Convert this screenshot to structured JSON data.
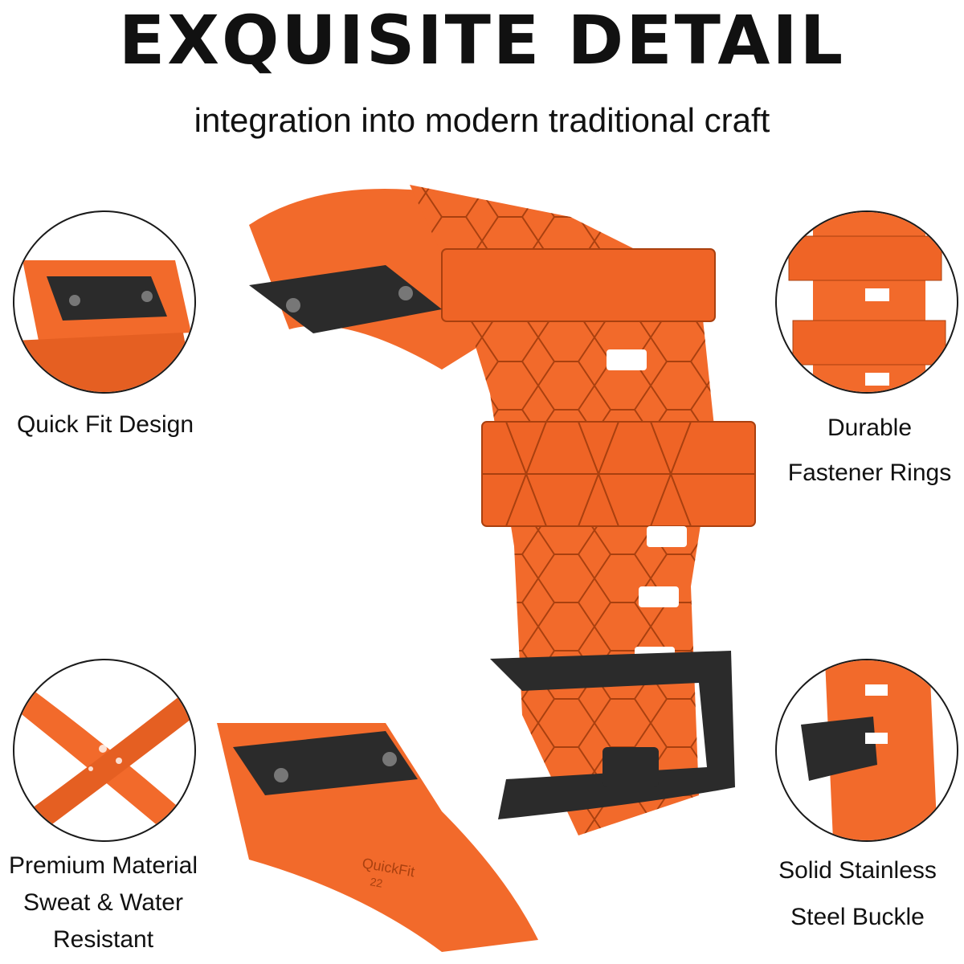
{
  "header": {
    "title": "EXQUISITE DETAIL",
    "subtitle": "integration into modern traditional craft"
  },
  "features": {
    "quick_fit": {
      "label": "Quick Fit Design"
    },
    "fastener": {
      "line1": "Durable",
      "line2": "Fastener Rings"
    },
    "material": {
      "line1": "Premium Material",
      "line2": "Sweat & Water",
      "line3": "Resistant"
    },
    "buckle": {
      "line1": "Solid Stainless",
      "line2": "Steel Buckle"
    }
  },
  "product": {
    "engraving": "QuickFit",
    "engraving_size": "22"
  },
  "colors": {
    "band_orange": "#f26a2b",
    "band_dark": "#d9541b",
    "hardware": "#2b2b2b",
    "text": "#111111"
  }
}
